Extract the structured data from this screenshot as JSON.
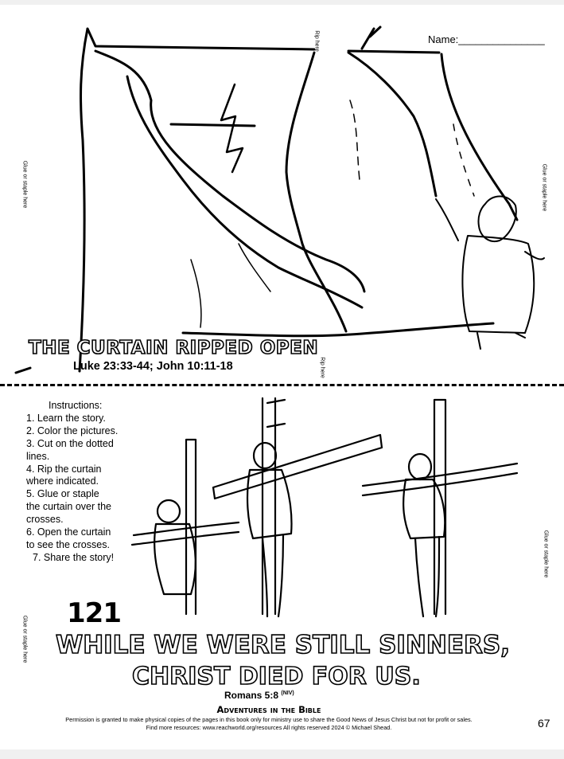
{
  "header": {
    "name_label": "Name:_______________"
  },
  "side_labels": {
    "rip_here": "Rip here",
    "glue": "Glue or staple here"
  },
  "top_panel": {
    "title": "THE CURTAIN RIPPED OPEN",
    "reference": "Luke 23:33-44; John 10:11-18"
  },
  "instructions": {
    "heading": "Instructions:",
    "steps": [
      "1. Learn the story.",
      "2. Color the pictures.",
      "3. Cut on the dotted",
      "lines.",
      "4. Rip the curtain",
      "where indicated.",
      "5. Glue or staple",
      "the curtain over the",
      "crosses.",
      "6. Open the curtain",
      "to see the crosses.",
      "7. Share the story!"
    ]
  },
  "lesson_number": "121",
  "verse": {
    "line1": "WHILE WE WERE STILL SINNERS,",
    "line2": "CHRIST DIED FOR US.",
    "reference": "Romans 5:8",
    "version": "(NIV)"
  },
  "footer": {
    "series": "Adventures in the Bible",
    "permission": "Permission is granted to make physical copies of the pages in this book only for ministry use to share the Good News of Jesus Christ but not for profit or sales.",
    "resources": "Find more resources: www.reachworld.org/resources All rights reserved 2024 © Michael Shead.",
    "page_number": "67"
  }
}
